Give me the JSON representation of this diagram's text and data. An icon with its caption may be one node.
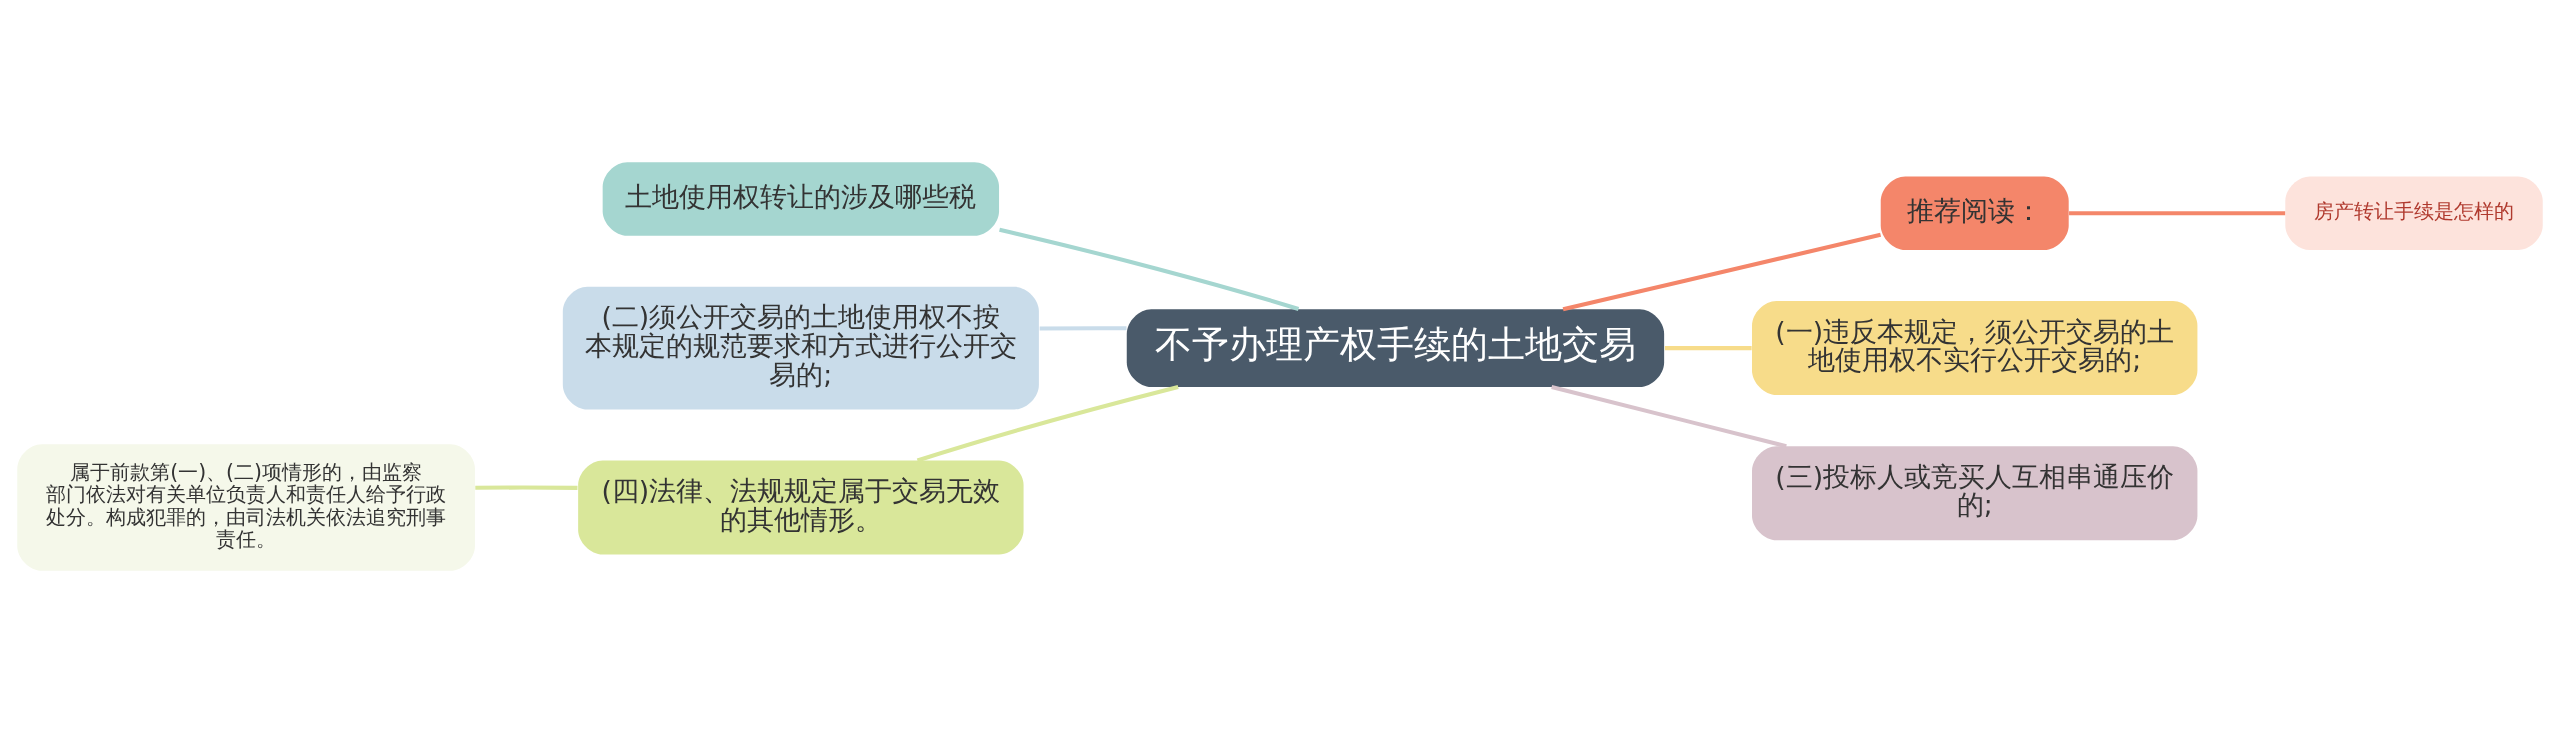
{
  "diagram": {
    "nodes": [
      {
        "text": [
          "不予办理产权手续的土地交易"
        ]
      },
      {
        "text": [
          "土地使用权转让的涉及哪些税"
        ]
      },
      {
        "text": [
          "(二)须公开交易的土地使用权不按本规定的规范要求和方式进行公开交易的;"
        ]
      },
      {
        "text": [
          "(四)法律、法规规定属于交易无效的其他情形。"
        ]
      },
      {
        "text": [
          "属于前款第(一)、(二)项情形的，由监察部门依法对有关单位负责人和责任人给予行政处分。构成犯罪的，由司法机关依法追究刑事责任。"
        ]
      },
      {
        "text": [
          "推荐阅读："
        ]
      },
      {
        "text": [
          "房产转让手续是怎样的"
        ]
      },
      {
        "text": [
          "(一)违反本规定，须公开交易的土地使用权不实行公开交易的;"
        ]
      },
      {
        "text": [
          "(三)投标人或竞买人互相串通压价的;"
        ]
      }
    ],
    "edges": [
      {
        "from": 0,
        "to": 1,
        "arrow": "none",
        "color": "#a5d6d0"
      },
      {
        "from": 0,
        "to": 2,
        "arrow": "none",
        "color": "#c9dcea"
      },
      {
        "from": 0,
        "to": 3,
        "arrow": "none",
        "color": "#d9e79a"
      },
      {
        "from": 3,
        "to": 4,
        "arrow": "none",
        "color": "#d9e79a"
      },
      {
        "from": 0,
        "to": 5,
        "arrow": "none",
        "color": "#f4866a"
      },
      {
        "from": 5,
        "to": 6,
        "arrow": "none",
        "color": "#f4866a"
      },
      {
        "from": 0,
        "to": 7,
        "arrow": "none",
        "color": "#f7dc8a"
      },
      {
        "from": 0,
        "to": 8,
        "arrow": "none",
        "color": "#d8c3cc"
      }
    ]
  }
}
